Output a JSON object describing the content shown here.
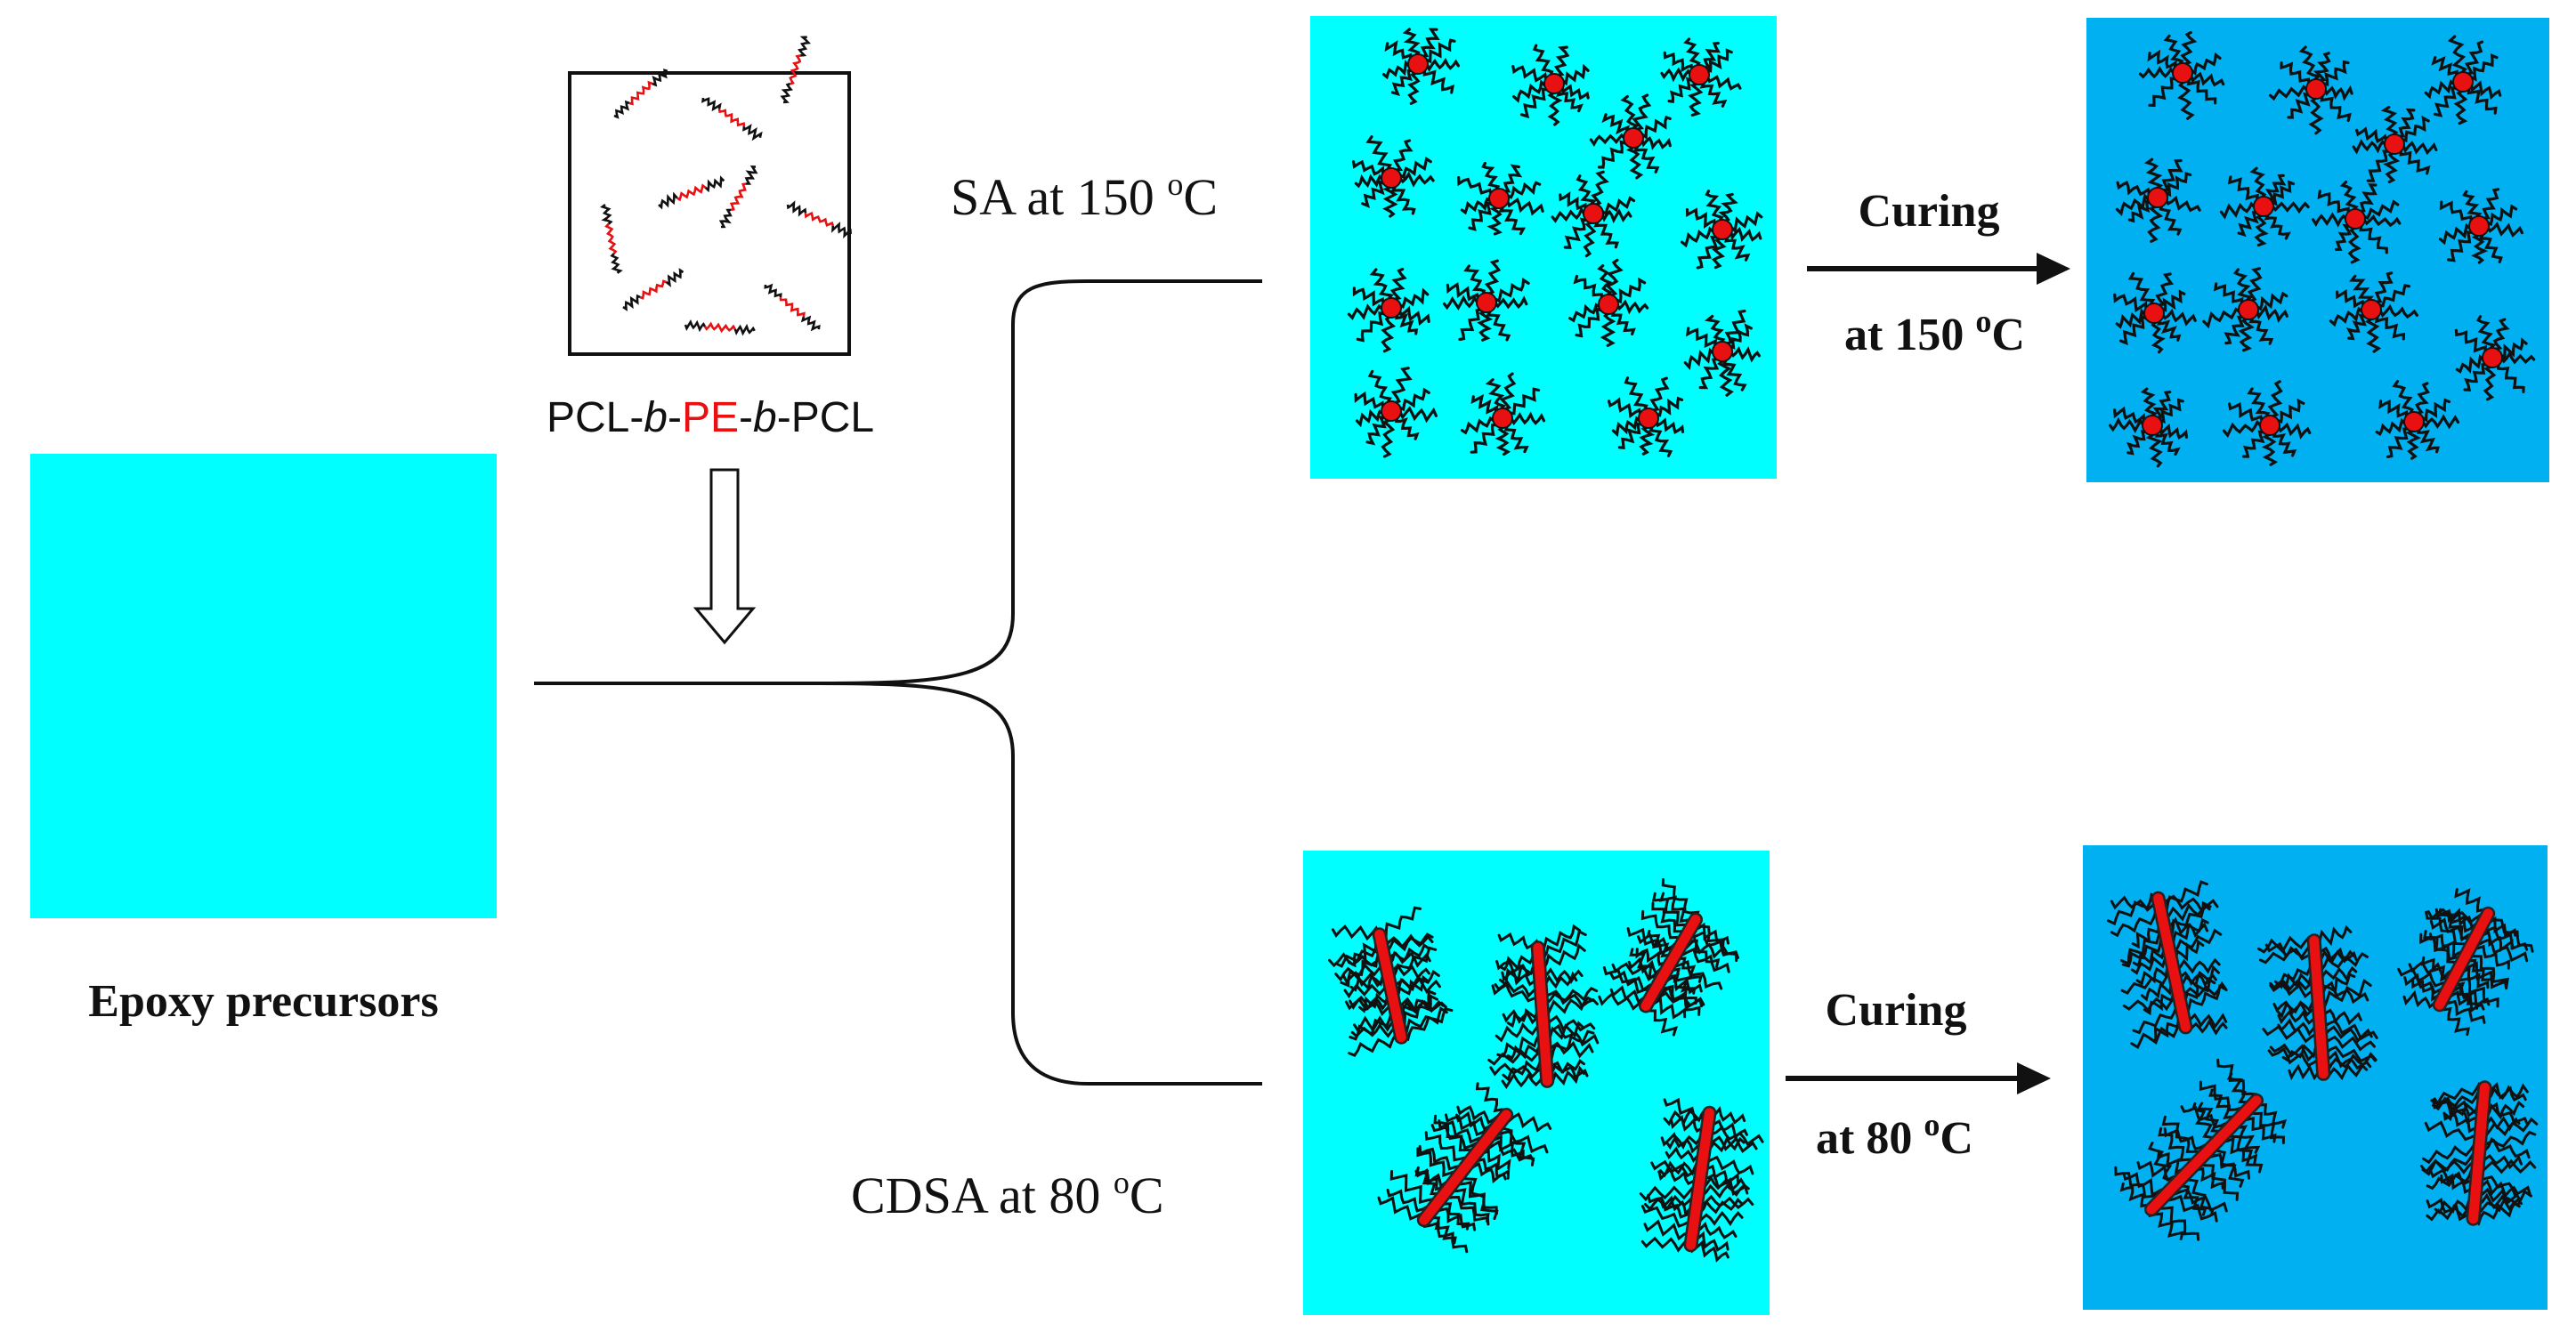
{
  "colors": {
    "precursor": "#00FFFF",
    "cured": "#00B0F0",
    "core": "#E81010",
    "chain": "#111111",
    "red_text": "#E81010"
  },
  "labels": {
    "epoxy_precursors": "Epoxy precursors",
    "polymer": {
      "pcl1": "PCL-",
      "b1": "b",
      "dash1": "-",
      "pe": "PE",
      "dash2": "-",
      "b2": "b",
      "pcl2": "-PCL"
    },
    "sa": {
      "text": "SA at 150 ",
      "sup": "o",
      "unit": "C"
    },
    "cdsa": {
      "text": "CDSA at 80 ",
      "sup": "o",
      "unit": "C"
    },
    "curing_top": {
      "line1": "Curing",
      "line2": "at 150 ",
      "sup": "o",
      "unit": "C"
    },
    "curing_bottom": {
      "line1": "Curing",
      "line2": "at 80 ",
      "sup": "o",
      "unit": "C"
    }
  },
  "icons": {
    "down_arrow": "hollow-down-arrow-icon",
    "right_arrow": "right-arrow-icon",
    "brace": "branch-brace"
  }
}
